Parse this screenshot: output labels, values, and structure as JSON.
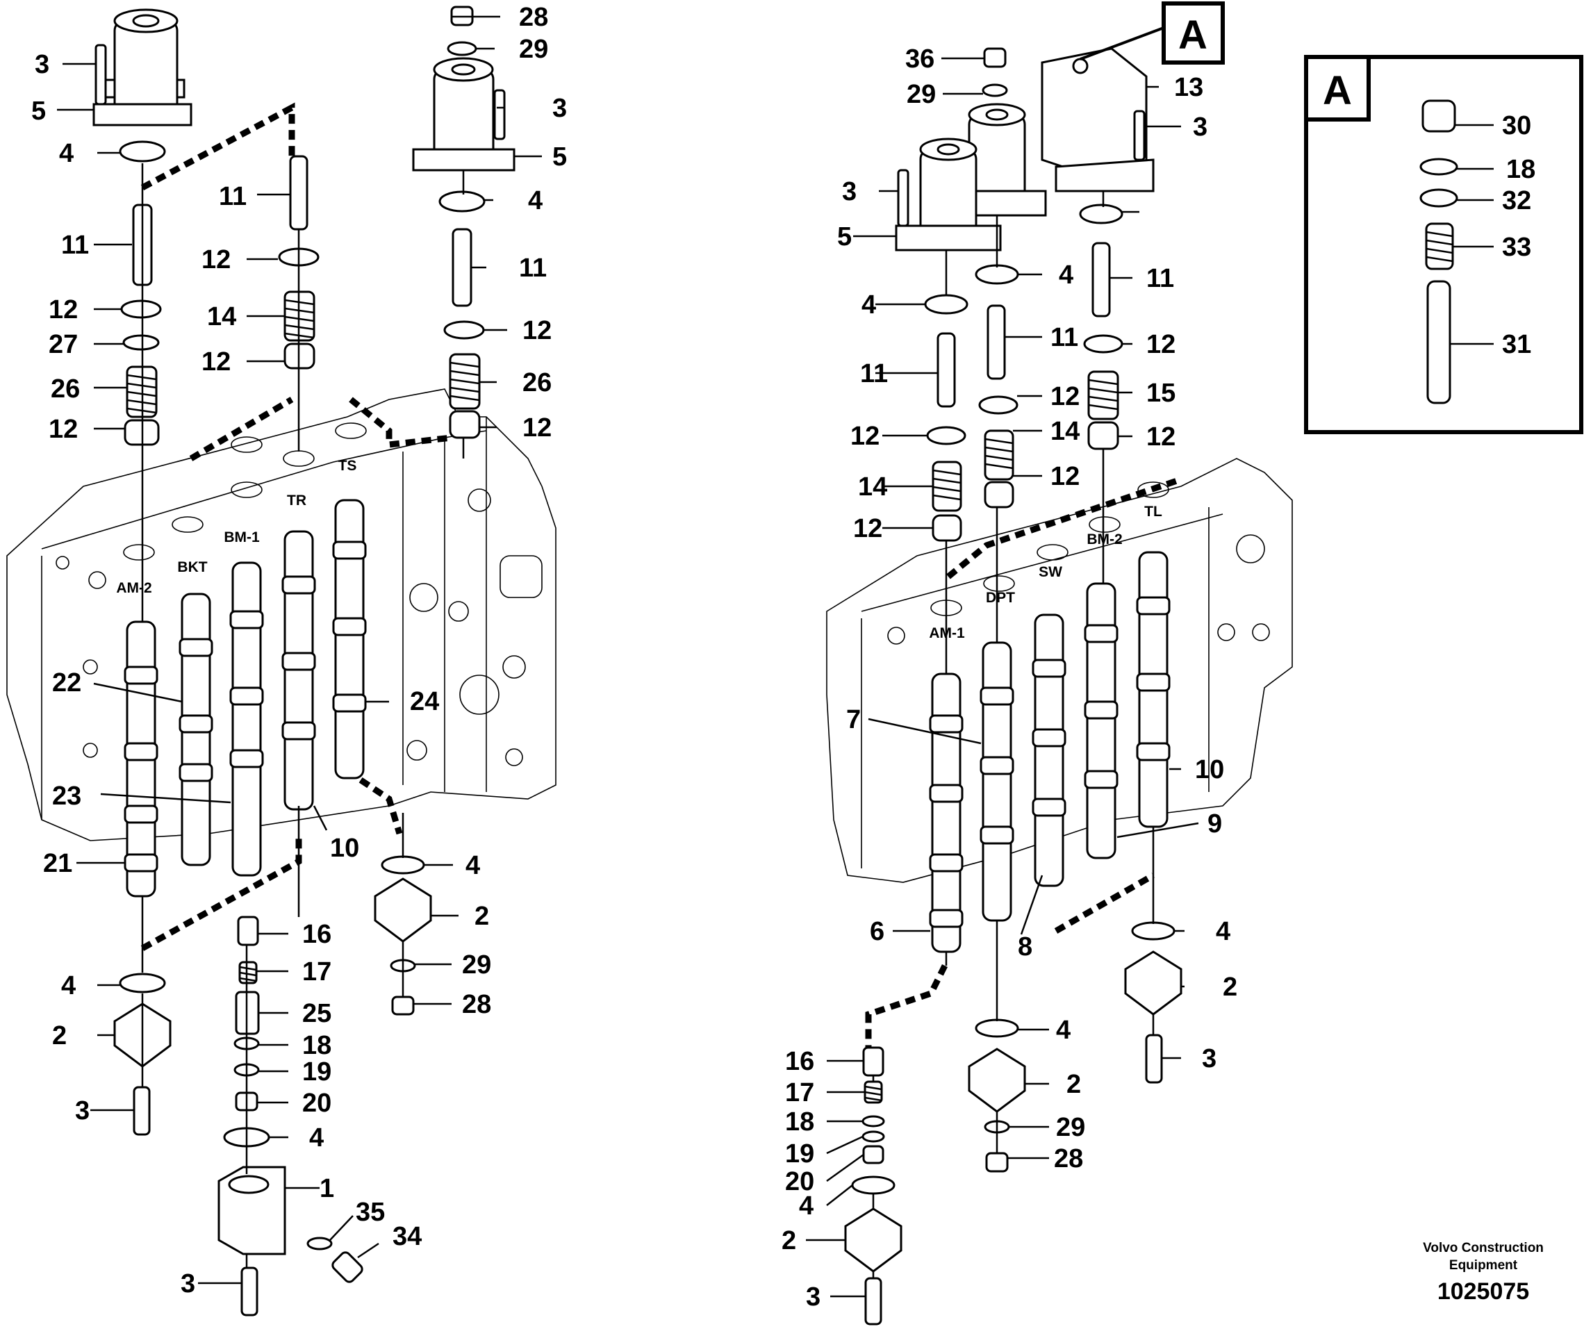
{
  "callout_label": "A",
  "detail_label": "A",
  "left_assembly": {
    "spools": [
      "AM-2",
      "BKT",
      "BM-1",
      "TR",
      "TS"
    ],
    "labels": [
      "3",
      "5",
      "4",
      "11",
      "12",
      "27",
      "26",
      "12",
      "11",
      "12",
      "14",
      "12",
      "28",
      "29",
      "3",
      "5",
      "4",
      "11",
      "12",
      "26",
      "12",
      "22",
      "23",
      "21",
      "24",
      "10",
      "4",
      "2",
      "29",
      "28",
      "16",
      "17",
      "25",
      "18",
      "19",
      "20",
      "4",
      "4",
      "2",
      "3",
      "1",
      "35",
      "34",
      "3"
    ]
  },
  "right_assembly": {
    "spools": [
      "AM-1",
      "DPT",
      "SW",
      "BM-2",
      "TL"
    ],
    "labels": [
      "36",
      "29",
      "13",
      "3",
      "3",
      "5",
      "4",
      "4",
      "11",
      "11",
      "11",
      "12",
      "12",
      "12",
      "14",
      "14",
      "12",
      "12",
      "15",
      "12",
      "7",
      "10",
      "9",
      "6",
      "8",
      "4",
      "2",
      "3",
      "4",
      "2",
      "29",
      "28",
      "16",
      "17",
      "18",
      "19",
      "20",
      "4",
      "2",
      "3"
    ]
  },
  "detail_box": {
    "labels": [
      "30",
      "18",
      "32",
      "33",
      "31"
    ]
  },
  "footer": {
    "maker_line1": "Volvo Construction",
    "maker_line2": "Equipment",
    "doc_number": "1025075"
  },
  "colors": {
    "line": "#000000",
    "background": "#ffffff"
  }
}
